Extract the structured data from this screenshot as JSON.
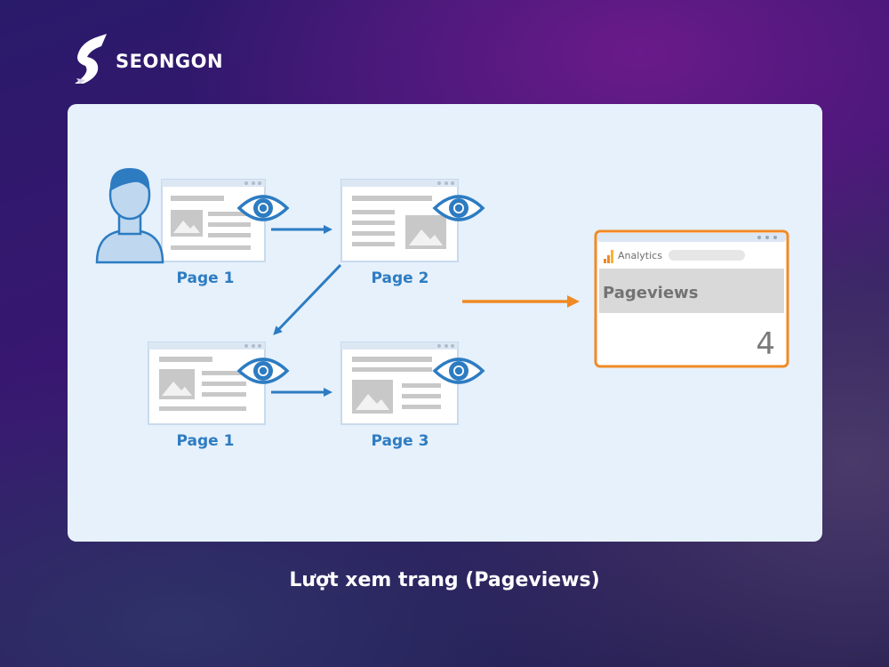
{
  "brand": {
    "name": "SEONGON"
  },
  "diagram": {
    "pages": [
      {
        "label": "Page 1"
      },
      {
        "label": "Page 2"
      },
      {
        "label": "Page 1"
      },
      {
        "label": "Page 3"
      }
    ],
    "analytics": {
      "app_name": "Analytics",
      "metric_label": "Pageviews",
      "metric_value": "4"
    }
  },
  "caption": "Lượt xem trang (Pageviews)",
  "colors": {
    "card_background": "#e6f1fb",
    "flow_arrow": "#2d7cc2",
    "analytics_border": "#f08a24",
    "page_gray": "#c8c8c8"
  }
}
